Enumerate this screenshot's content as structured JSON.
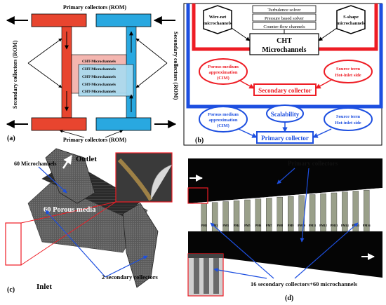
{
  "panel_a": {
    "label": "(a)",
    "top_title": "Primary collectors (ROM)",
    "bottom_title": "Primary collectors (ROM)",
    "left_title": "Secondary collectors (ROM)",
    "right_title": "Secondary collectors (ROM)",
    "channel_labels": [
      "CHT-Microchannels",
      "CHT-Microchannels",
      "CHT-Microchannels",
      "CHT-Microchannels",
      "CHT-Microchannels"
    ],
    "colors": {
      "red": "#e8452f",
      "blue": "#29a8e0",
      "pink": "#f4b6b0",
      "lightblue": "#a8dcf2"
    }
  },
  "panel_b": {
    "label": "(b)",
    "boxes": {
      "wire": "Wire-net microchannels",
      "sshape": "S-shape microchannels",
      "solvers": [
        "Turbulence solver",
        "Pressure based solver",
        "Counter-flow channels"
      ],
      "cht_line1": "CHT",
      "cht_line2": "Microchannels"
    },
    "red_left": [
      "Porous medium",
      "approximation",
      "(CIM)"
    ],
    "red_right": [
      "Source term",
      "Hot-inlet side"
    ],
    "red_center": "Secondary collector",
    "blue_left": [
      "Porous medium",
      "approximation",
      "(CIM)"
    ],
    "blue_mid": "Scalability",
    "blue_right": [
      "Source term",
      "Hot-inlet side"
    ],
    "blue_center": "Primary collector",
    "colors": {
      "red": "#ee1c24",
      "blue": "#1d4fe0"
    }
  },
  "panel_c": {
    "label": "(c)",
    "outlet": "Outlet",
    "inlet": "Inlet",
    "micro": "60 Microchannels",
    "porous": "60 Porous media",
    "secondary": "2 secondary collectors"
  },
  "panel_d": {
    "label": "(d)",
    "primary": "Primary collectors",
    "secondary": "16 secondary collectors+60 microchannels",
    "pm_labels": [
      "PM1",
      "PM2",
      "PM3",
      "PM4",
      "PM5",
      "PM6",
      "PM7",
      "PM8",
      "PM9",
      "PM10",
      "PM11",
      "PM12",
      "PM13",
      "PM14",
      "PM15",
      "PM16"
    ]
  }
}
